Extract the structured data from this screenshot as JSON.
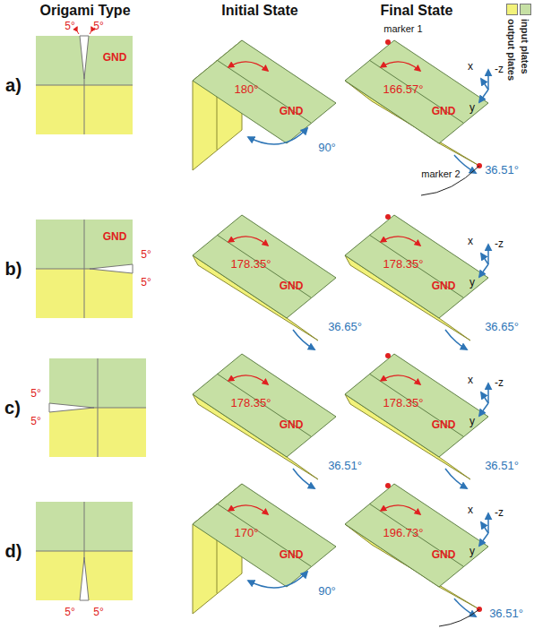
{
  "diagram": {
    "labels": [
      "Origami Type",
      "Initial State",
      "Final State",
      "a)",
      "5°",
      "5°",
      "GND",
      "180°",
      "GND",
      "90°",
      "marker 1",
      "166.57°",
      "GND",
      "x",
      "-z",
      "y",
      "marker 2",
      "36.51°",
      "b)",
      "GND",
      "5°",
      "5°",
      "178.35°",
      "GND",
      "36.65°",
      "178.35°",
      "GND",
      "x",
      "-z",
      "y",
      "36.65°",
      "c)",
      "5°",
      "5°",
      "178.35°",
      "GND",
      "36.51°",
      "178.35°",
      "GND",
      "x",
      "-z",
      "y",
      "36.51°",
      "d)",
      "5°",
      "5°",
      "170°",
      "GND",
      "90°",
      "196.73°",
      "GND",
      "x",
      "-z",
      "y",
      "36.51°"
    ],
    "legend": [
      {
        "text": "input plates",
        "color": "#c6e0a4"
      },
      {
        "text": "output plates",
        "color": "#f2f27a"
      }
    ]
  }
}
